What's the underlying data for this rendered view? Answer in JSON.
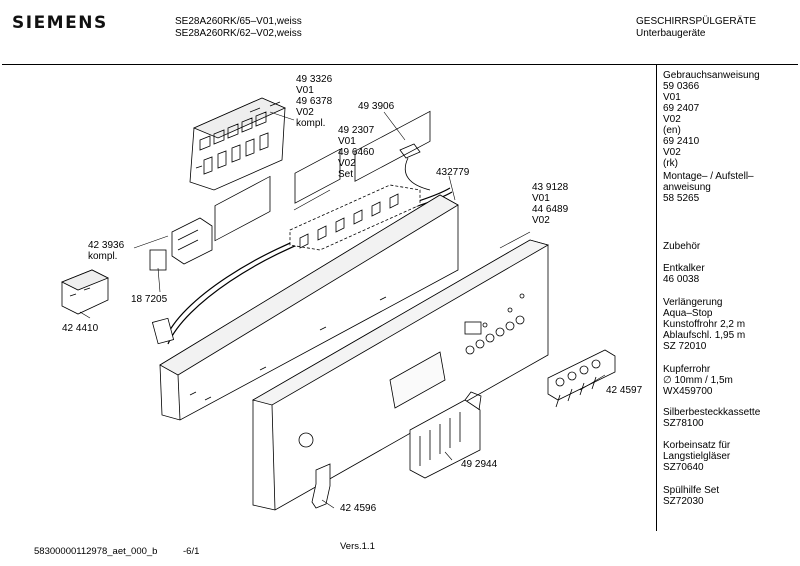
{
  "header": {
    "brand": "SIEMENS",
    "models": [
      "SE28A260RK/65–V01,weiss",
      "SE28A260RK/62–V02,weiss"
    ],
    "category": [
      "GESCHIRRSPÜLGERÄTE",
      "Unterbaugeräte"
    ]
  },
  "sidebar": [
    "Gebrauchsanweisung\n59 0366\nV01\n69 2407\nV02\n(en)\n69 2410\nV02\n(rk)",
    "Montage– / Aufstell–\nanweisung\n58 5265",
    "Zubehör",
    "Entkalker\n46 0038",
    "Verlängerung\nAqua–Stop\nKunstoffrohr 2,2 m\nAblaufschl. 1,95 m\nSZ 72010",
    "Kupferrohr\n∅ 10mm / 1,5m\nWX459700",
    "Silberbesteckkassette\nSZ78100",
    "Korbeinsatz für\nLangstielgläser\nSZ70640",
    "Spülhilfe Set\nSZ72030"
  ],
  "callouts": [
    "49 3326\nV01\n49 6378\nV02\nkompl.",
    "49 3906",
    "49 2307\nV01\n49 6460\nV02\nSet",
    "432779",
    "43 9128\nV01\n44 6489\nV02",
    "42 3936\nkompl.",
    "18 7205",
    "42 4410",
    "42 4597",
    "49 2944",
    "42 4596"
  ],
  "footer": {
    "doc_id": "58300000112978_aet_000_b",
    "page": "-6/1",
    "version": "Vers.1.1"
  }
}
